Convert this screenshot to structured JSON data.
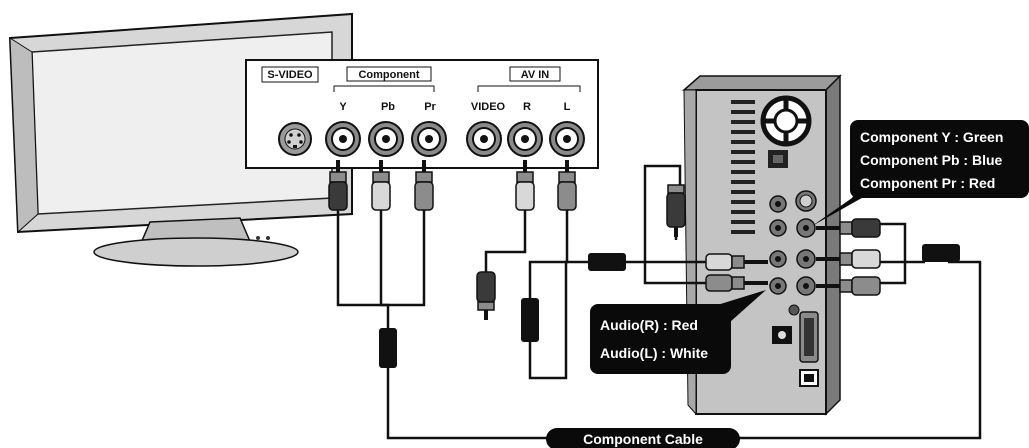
{
  "panel": {
    "svideo_label": "S-VIDEO",
    "component_label": "Component",
    "av_in_label": "AV IN",
    "ports": [
      "Y",
      "Pb",
      "Pr",
      "VIDEO",
      "R",
      "L"
    ]
  },
  "callouts": {
    "component_colors": [
      "Component Y : Green",
      "Component Pb : Blue",
      "Component Pr : Red"
    ],
    "audio_colors": [
      "Audio(R) : Red",
      "Audio(L) : White"
    ],
    "cable_label": "Component Cable"
  },
  "colors": {
    "jack_ring": "#8a8a8a",
    "dark_plug": "#3a3a3a",
    "mid_plug": "#8c8c8c",
    "light_plug": "#d8d8d8",
    "callout_bg": "#0a0a0a"
  }
}
